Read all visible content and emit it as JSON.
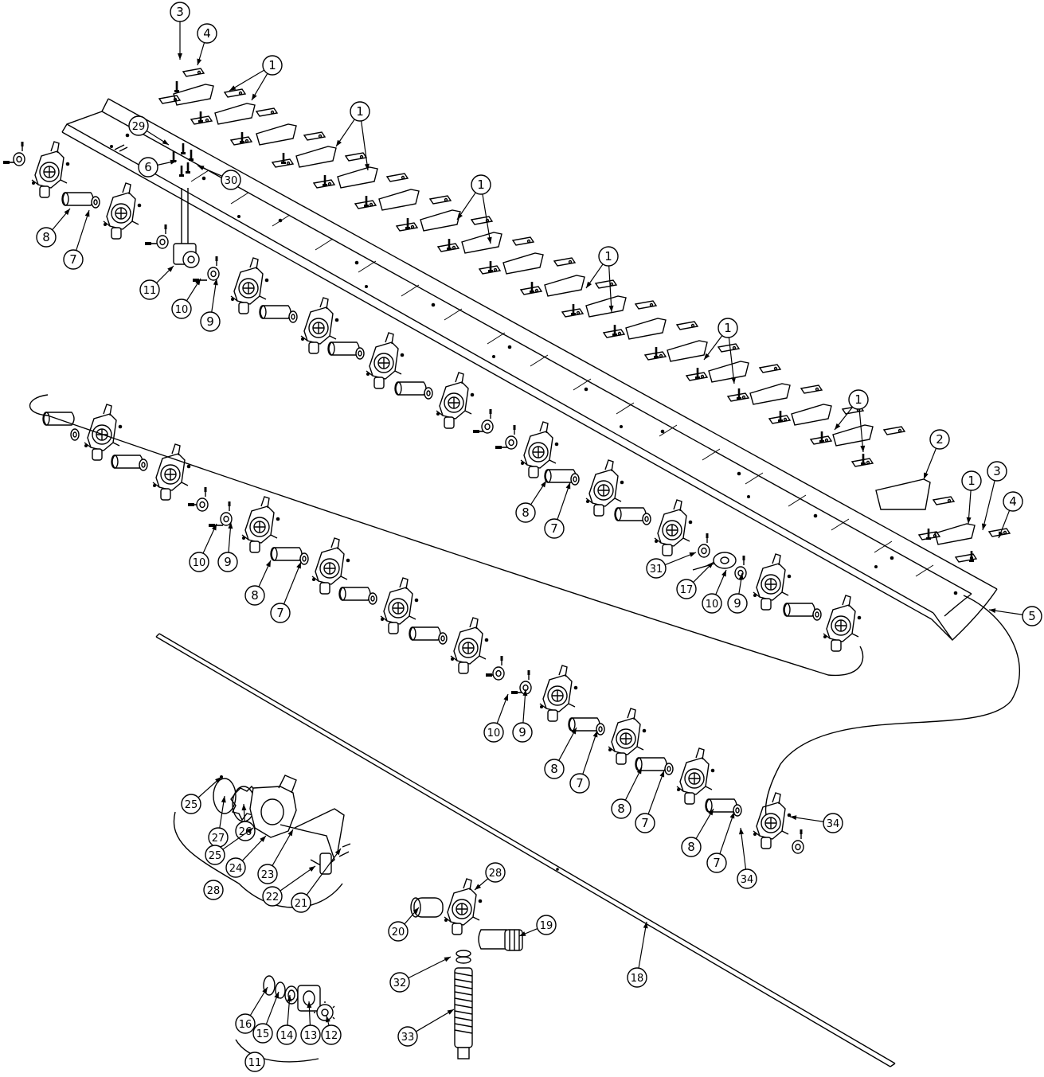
{
  "callouts": [
    {
      "id": "c1",
      "label": "3"
    },
    {
      "id": "c2",
      "label": "4"
    },
    {
      "id": "c3",
      "label": "1"
    },
    {
      "id": "c4",
      "label": "1"
    },
    {
      "id": "c5",
      "label": "29"
    },
    {
      "id": "c6",
      "label": "6"
    },
    {
      "id": "c7",
      "label": "30"
    },
    {
      "id": "c8",
      "label": "1"
    },
    {
      "id": "c9",
      "label": "8"
    },
    {
      "id": "c10",
      "label": "7"
    },
    {
      "id": "c11",
      "label": "11"
    },
    {
      "id": "c12",
      "label": "10"
    },
    {
      "id": "c13",
      "label": "9"
    },
    {
      "id": "c14",
      "label": "1"
    },
    {
      "id": "c15",
      "label": "1"
    },
    {
      "id": "c16",
      "label": "1"
    },
    {
      "id": "c17",
      "label": "2"
    },
    {
      "id": "c18",
      "label": "1"
    },
    {
      "id": "c19",
      "label": "3"
    },
    {
      "id": "c20",
      "label": "4"
    },
    {
      "id": "c21",
      "label": "8"
    },
    {
      "id": "c22",
      "label": "7"
    },
    {
      "id": "c23",
      "label": "10"
    },
    {
      "id": "c24",
      "label": "9"
    },
    {
      "id": "c25",
      "label": "8"
    },
    {
      "id": "c26",
      "label": "7"
    },
    {
      "id": "c27",
      "label": "31"
    },
    {
      "id": "c28",
      "label": "17"
    },
    {
      "id": "c29",
      "label": "10"
    },
    {
      "id": "c30",
      "label": "9"
    },
    {
      "id": "c31",
      "label": "5"
    },
    {
      "id": "c32",
      "label": "10"
    },
    {
      "id": "c33",
      "label": "9"
    },
    {
      "id": "c34",
      "label": "8"
    },
    {
      "id": "c35",
      "label": "7"
    },
    {
      "id": "c36",
      "label": "8"
    },
    {
      "id": "c37",
      "label": "7"
    },
    {
      "id": "c38",
      "label": "8"
    },
    {
      "id": "c39",
      "label": "7"
    },
    {
      "id": "c40",
      "label": "34"
    },
    {
      "id": "c41",
      "label": "34"
    },
    {
      "id": "c42",
      "label": "25"
    },
    {
      "id": "c43",
      "label": "27"
    },
    {
      "id": "c44",
      "label": "26"
    },
    {
      "id": "c45",
      "label": "25"
    },
    {
      "id": "c46",
      "label": "24"
    },
    {
      "id": "c47",
      "label": "23"
    },
    {
      "id": "c48",
      "label": "28"
    },
    {
      "id": "c49",
      "label": "22"
    },
    {
      "id": "c50",
      "label": "21"
    },
    {
      "id": "c51",
      "label": "28"
    },
    {
      "id": "c52",
      "label": "20"
    },
    {
      "id": "c53",
      "label": "19"
    },
    {
      "id": "c54",
      "label": "32"
    },
    {
      "id": "c55",
      "label": "33"
    },
    {
      "id": "c56",
      "label": "18"
    },
    {
      "id": "c57",
      "label": "16"
    },
    {
      "id": "c58",
      "label": "15"
    },
    {
      "id": "c59",
      "label": "14"
    },
    {
      "id": "c60",
      "label": "13"
    },
    {
      "id": "c61",
      "label": "12"
    },
    {
      "id": "c62",
      "label": "11"
    }
  ]
}
